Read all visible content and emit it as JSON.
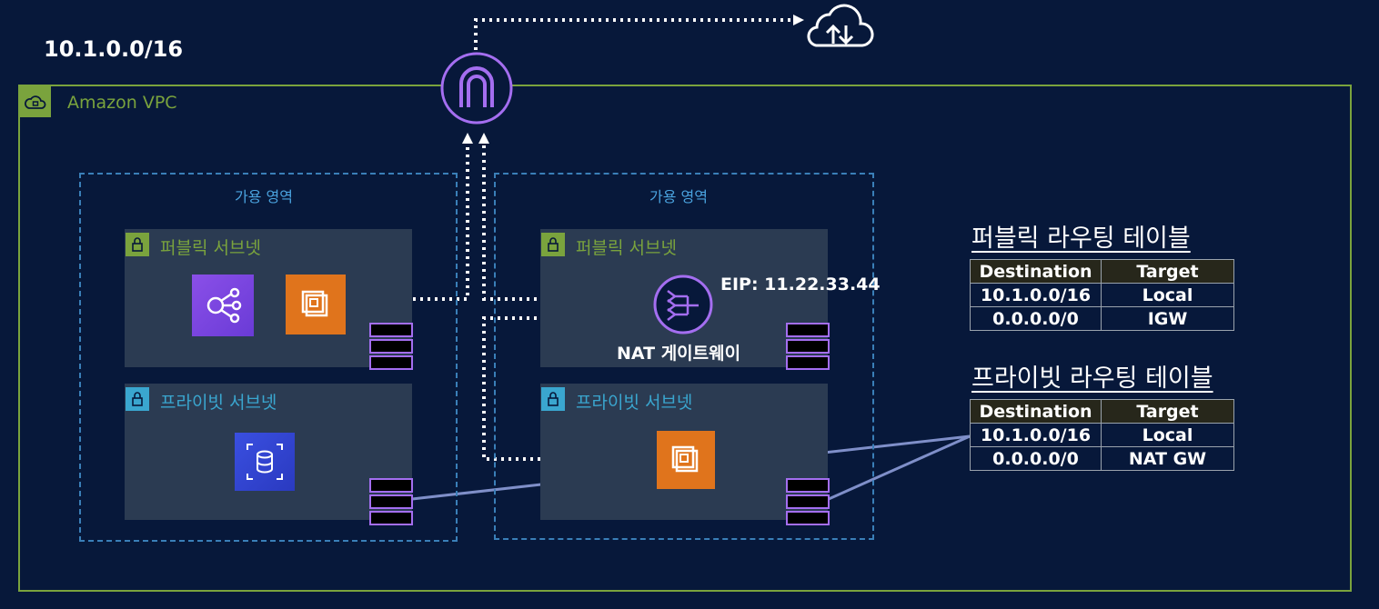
{
  "vpc": {
    "cidr": "10.1.0.0/16",
    "label": "Amazon VPC"
  },
  "zones": [
    {
      "label": "가용 영역",
      "public_subnet": "퍼블릭 서브넷",
      "private_subnet": "프라이빗 서브넷"
    },
    {
      "label": "가용 영역",
      "public_subnet": "퍼블릭 서브넷",
      "private_subnet": "프라이빗 서브넷"
    }
  ],
  "nat": {
    "eip": "EIP: 11.22.33.44",
    "label": "NAT 게이트웨이"
  },
  "public_route_table": {
    "title": "퍼블릭 라우팅 테이블",
    "headers": [
      "Destination",
      "Target"
    ],
    "rows": [
      [
        "10.1.0.0/16",
        "Local"
      ],
      [
        "0.0.0.0/0",
        "IGW"
      ]
    ]
  },
  "private_route_table": {
    "title": "프라이빗 라우팅 테이블",
    "headers": [
      "Destination",
      "Target"
    ],
    "rows": [
      [
        "10.1.0.0/16",
        "Local"
      ],
      [
        "0.0.0.0/0",
        "NAT GW"
      ]
    ]
  },
  "colors": {
    "background": "#07183a",
    "vpc_border": "#7aa33d",
    "az_border": "#3a7fb8",
    "subnet_fill": "#2b3b52",
    "igw": "#a46ef0",
    "ec2": "#e0741c",
    "link": "#7f8fc9"
  },
  "icons": {
    "internet": "cloud-upload-download-icon",
    "igw": "internet-gateway-icon",
    "elb": "load-balancer-icon",
    "ec2": "ec2-instance-icon",
    "rds": "rds-database-icon",
    "nat": "nat-gateway-icon",
    "lock": "lock-icon"
  }
}
